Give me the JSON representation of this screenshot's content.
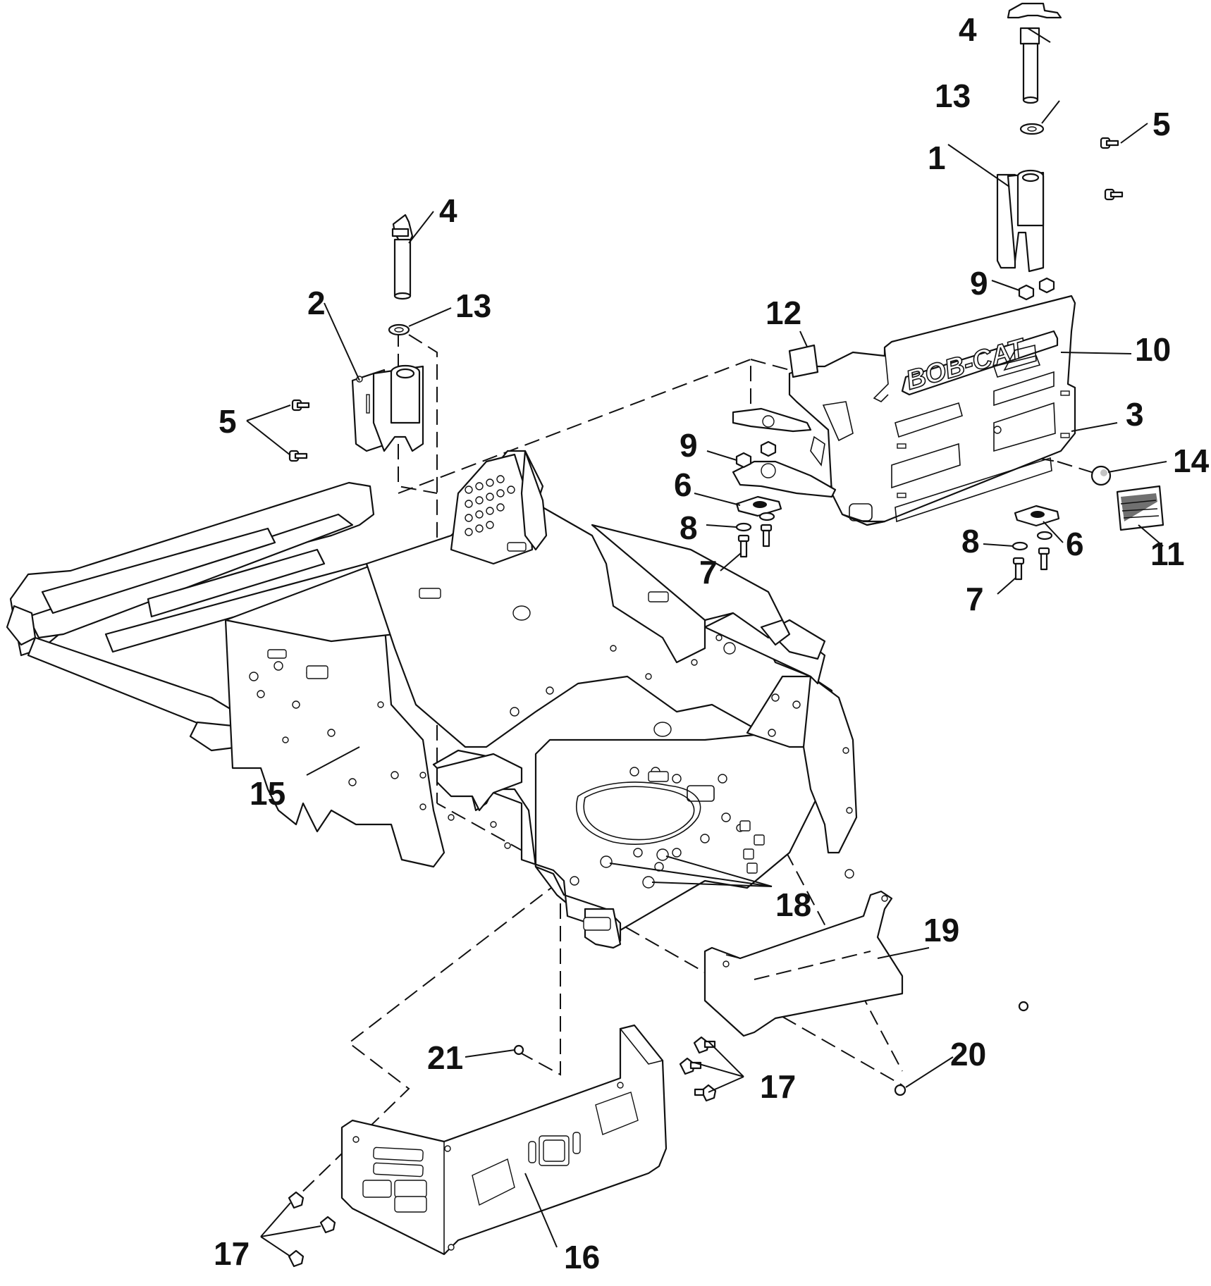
{
  "diagram": {
    "brand_text": "BOB-CAT",
    "callouts": [
      {
        "id": "c1",
        "text": "1"
      },
      {
        "id": "c2",
        "text": "2"
      },
      {
        "id": "c3",
        "text": "3"
      },
      {
        "id": "c4a",
        "text": "4"
      },
      {
        "id": "c4b",
        "text": "4"
      },
      {
        "id": "c5a",
        "text": "5"
      },
      {
        "id": "c5b",
        "text": "5"
      },
      {
        "id": "c6a",
        "text": "6"
      },
      {
        "id": "c6b",
        "text": "6"
      },
      {
        "id": "c7a",
        "text": "7"
      },
      {
        "id": "c7b",
        "text": "7"
      },
      {
        "id": "c8a",
        "text": "8"
      },
      {
        "id": "c8b",
        "text": "8"
      },
      {
        "id": "c9a",
        "text": "9"
      },
      {
        "id": "c9b",
        "text": "9"
      },
      {
        "id": "c10",
        "text": "10"
      },
      {
        "id": "c11",
        "text": "11"
      },
      {
        "id": "c12",
        "text": "12"
      },
      {
        "id": "c13a",
        "text": "13"
      },
      {
        "id": "c13b",
        "text": "13"
      },
      {
        "id": "c14",
        "text": "14"
      },
      {
        "id": "c15",
        "text": "15"
      },
      {
        "id": "c16",
        "text": "16"
      },
      {
        "id": "c17a",
        "text": "17"
      },
      {
        "id": "c17b",
        "text": "17"
      },
      {
        "id": "c18",
        "text": "18"
      },
      {
        "id": "c19",
        "text": "19"
      },
      {
        "id": "c20",
        "text": "20"
      },
      {
        "id": "c21",
        "text": "21"
      }
    ]
  }
}
